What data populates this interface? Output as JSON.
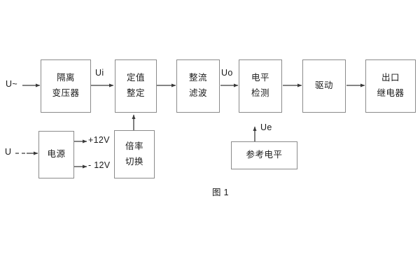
{
  "figure": {
    "caption": "图 1",
    "line_color": "#3a3a3a",
    "box_border_color": "#8a8a8a",
    "background": "#ffffff"
  },
  "blocks": {
    "isolation_transformer": {
      "line1": "隔离",
      "line2": "变压器"
    },
    "setting_value": {
      "line1": "定值",
      "line2": "整定"
    },
    "rectify_filter": {
      "line1": "整流",
      "line2": "滤波"
    },
    "level_detect": {
      "line1": "电平",
      "line2": "检测"
    },
    "drive": {
      "line1": "驱动"
    },
    "output_relay": {
      "line1": "出口",
      "line2": "继电器"
    },
    "power_supply": {
      "line1": "电源"
    },
    "ratio_switch": {
      "line1": "倍率",
      "line2": "切换"
    },
    "reference_level": {
      "line1": "参考电平"
    }
  },
  "signal_labels": {
    "input_ac": "U~",
    "input_dc": "U",
    "ui": "Ui",
    "uo": "Uo",
    "ue": "Ue",
    "supply_positive": "+12V",
    "supply_negative": "- 12V"
  }
}
